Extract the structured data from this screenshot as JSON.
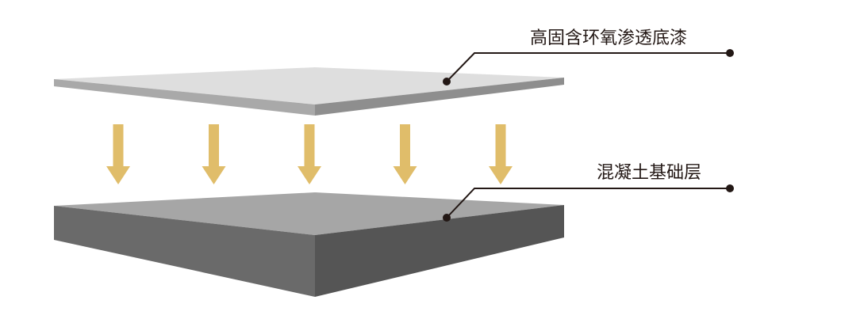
{
  "labels": {
    "top_layer": "高固含环氧渗透底漆",
    "bottom_layer": "混凝土基础层"
  },
  "colors": {
    "arrow": "#e0bd6a",
    "primer_top": "#dedede",
    "primer_side_left": "#a9a9a9",
    "primer_side_right": "#8e8e8e",
    "concrete_top": "#a6a6a6",
    "concrete_side_left": "#6a6a6a",
    "concrete_side_right": "#555555",
    "leader": "#231815"
  },
  "arrow_count": 5
}
